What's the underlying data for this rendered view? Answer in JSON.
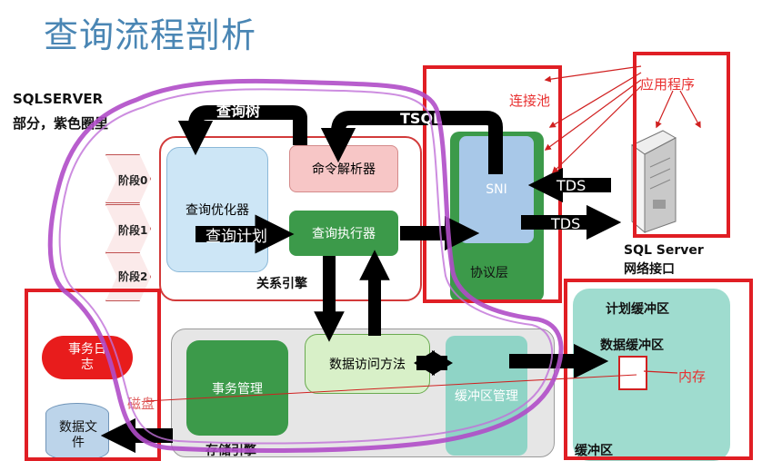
{
  "title": "查询流程剖析",
  "side_note": "SQLSERVER部分，紫色圈里",
  "stages": [
    "阶段0",
    "阶段1",
    "阶段2"
  ],
  "relational_engine": {
    "label": "关系引擎",
    "optimizer": "查询优化器",
    "parser": "命令解析器",
    "executor": "查询执行器",
    "query_tree": "查询树",
    "query_plan": "查询计划"
  },
  "protocol": {
    "tsql": "TSQL",
    "sni": "SNI",
    "layer": "协议层",
    "tds_in": "TDS",
    "tds_out": "TDS"
  },
  "server": {
    "label_line1": "SQL Server",
    "label_line2": "网络接口"
  },
  "annotations": {
    "connection_pool": "连接池",
    "application": "应用程序",
    "disk": "磁盘",
    "memory": "内存"
  },
  "storage_engine": {
    "label": "存储引擎",
    "transaction_mgmt": "事务管理",
    "data_access": "数据访问方法",
    "buffer_mgmt": "缓冲区管理"
  },
  "disk_items": {
    "transaction_log": "事务日志",
    "data_file": "数据文件"
  },
  "buffer_pool": {
    "plan_cache": "计划缓冲区",
    "data_cache": "数据缓冲区",
    "buffer": "缓冲区"
  },
  "colors": {
    "red_frame": "#e01e24",
    "purple_circle": "#b04cc8",
    "green": "#3c9a4a",
    "light_blue": "#cde6f6",
    "pink": "#f7c6c6"
  }
}
